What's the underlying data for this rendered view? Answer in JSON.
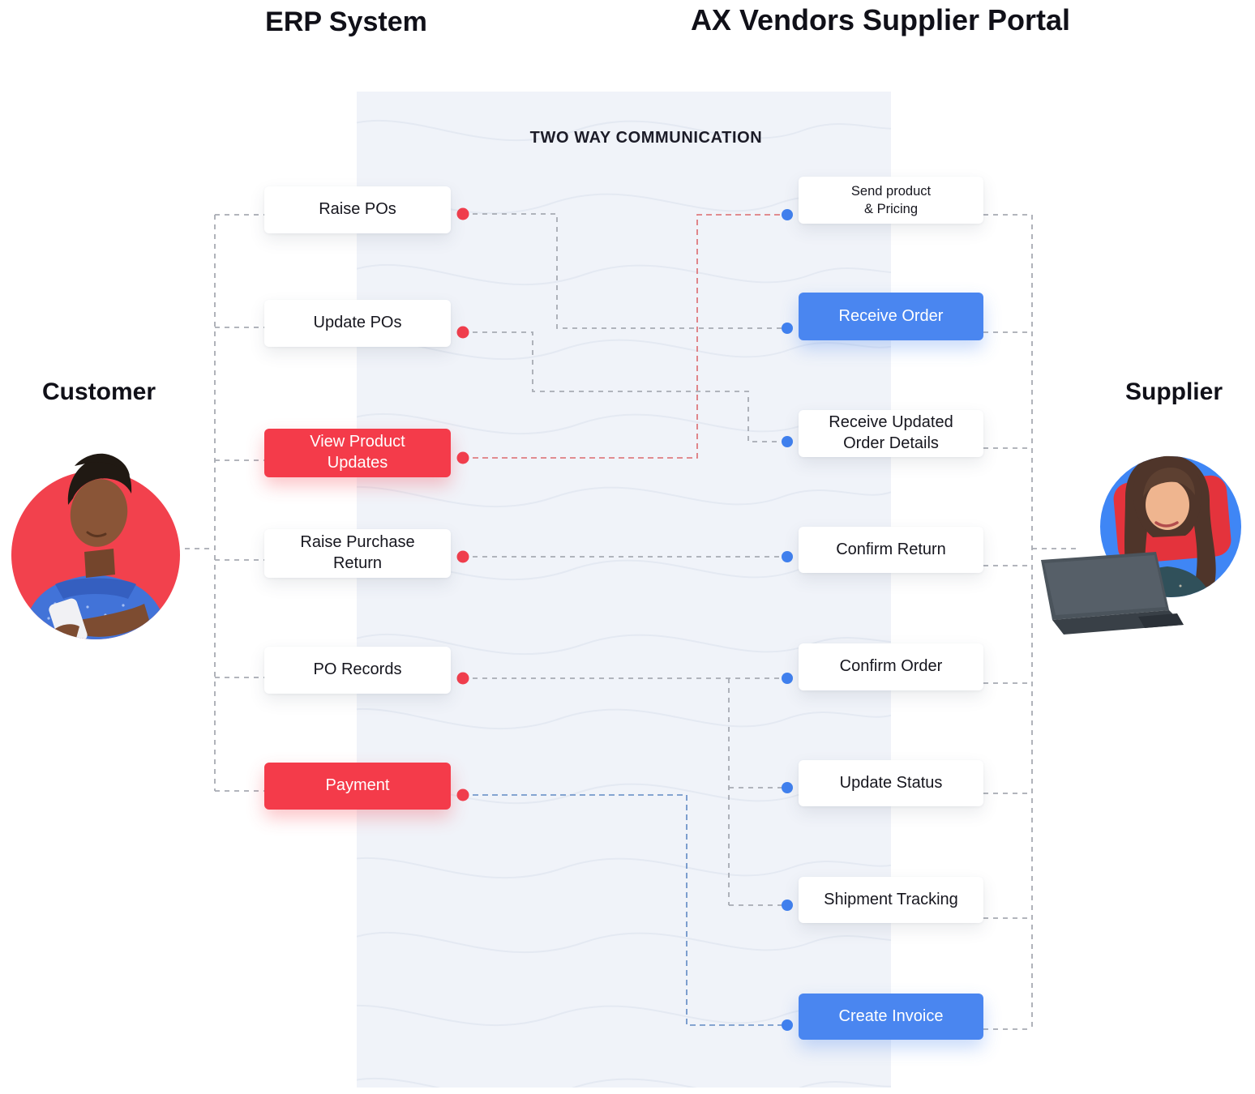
{
  "page": {
    "title_left": "ERP System",
    "title_right": "AX Vendors Supplier Portal",
    "center_label": "TWO WAY COMMUNICATION"
  },
  "actors": {
    "customer": {
      "label": "Customer"
    },
    "supplier": {
      "label": "Supplier"
    }
  },
  "erp_nodes": [
    {
      "label": "Raise POs",
      "variant": "white"
    },
    {
      "label": "Update POs",
      "variant": "white"
    },
    {
      "label": "View Product Updates",
      "variant": "red"
    },
    {
      "label": "Raise Purchase Return",
      "variant": "white"
    },
    {
      "label": "PO Records",
      "variant": "white"
    },
    {
      "label": "Payment",
      "variant": "red"
    }
  ],
  "portal_nodes": [
    {
      "label": "Send product & Pricing",
      "lines": [
        "Send product",
        "& Pricing"
      ],
      "variant": "white"
    },
    {
      "label": "Receive Order",
      "variant": "blue"
    },
    {
      "label": "Receive Updated Order Details",
      "variant": "white"
    },
    {
      "label": "Confirm Return",
      "variant": "white"
    },
    {
      "label": "Confirm Order",
      "variant": "white"
    },
    {
      "label": "Update Status",
      "variant": "white"
    },
    {
      "label": "Shipment Tracking",
      "variant": "white"
    },
    {
      "label": "Create Invoice",
      "variant": "blue"
    }
  ],
  "edges": [
    {
      "from": "Raise POs",
      "to": "Receive Order",
      "style": "gray-dashed"
    },
    {
      "from": "Update POs",
      "to": "Receive Updated Order Details",
      "style": "gray-dashed"
    },
    {
      "from": "View Product Updates",
      "to": "Send product & Pricing",
      "style": "red-dashed"
    },
    {
      "from": "Raise Purchase Return",
      "to": "Confirm Return",
      "style": "gray-dashed"
    },
    {
      "from": "PO Records",
      "to": "Confirm Order",
      "style": "gray-dashed"
    },
    {
      "from": "PO Records",
      "to": "Update Status",
      "style": "gray-dashed"
    },
    {
      "from": "PO Records",
      "to": "Shipment Tracking",
      "style": "gray-dashed"
    },
    {
      "from": "Payment",
      "to": "Create Invoice",
      "style": "blue-dashed"
    },
    {
      "from": "Customer",
      "to": "ERP System nodes",
      "style": "gray-dashed-trunk"
    },
    {
      "from": "AX Vendors Supplier Portal nodes",
      "to": "Supplier",
      "style": "gray-dashed-trunk"
    }
  ],
  "colors": {
    "accent_red": "#f43b4a",
    "accent_blue": "#4a86f0",
    "dot_red": "#f03e4d",
    "dot_blue": "#4080ee",
    "line_gray": "#a7abb3",
    "line_red": "#dc6a6e",
    "line_payment_blue": "#6089c4",
    "panel_bg": "#f0f3f9"
  }
}
